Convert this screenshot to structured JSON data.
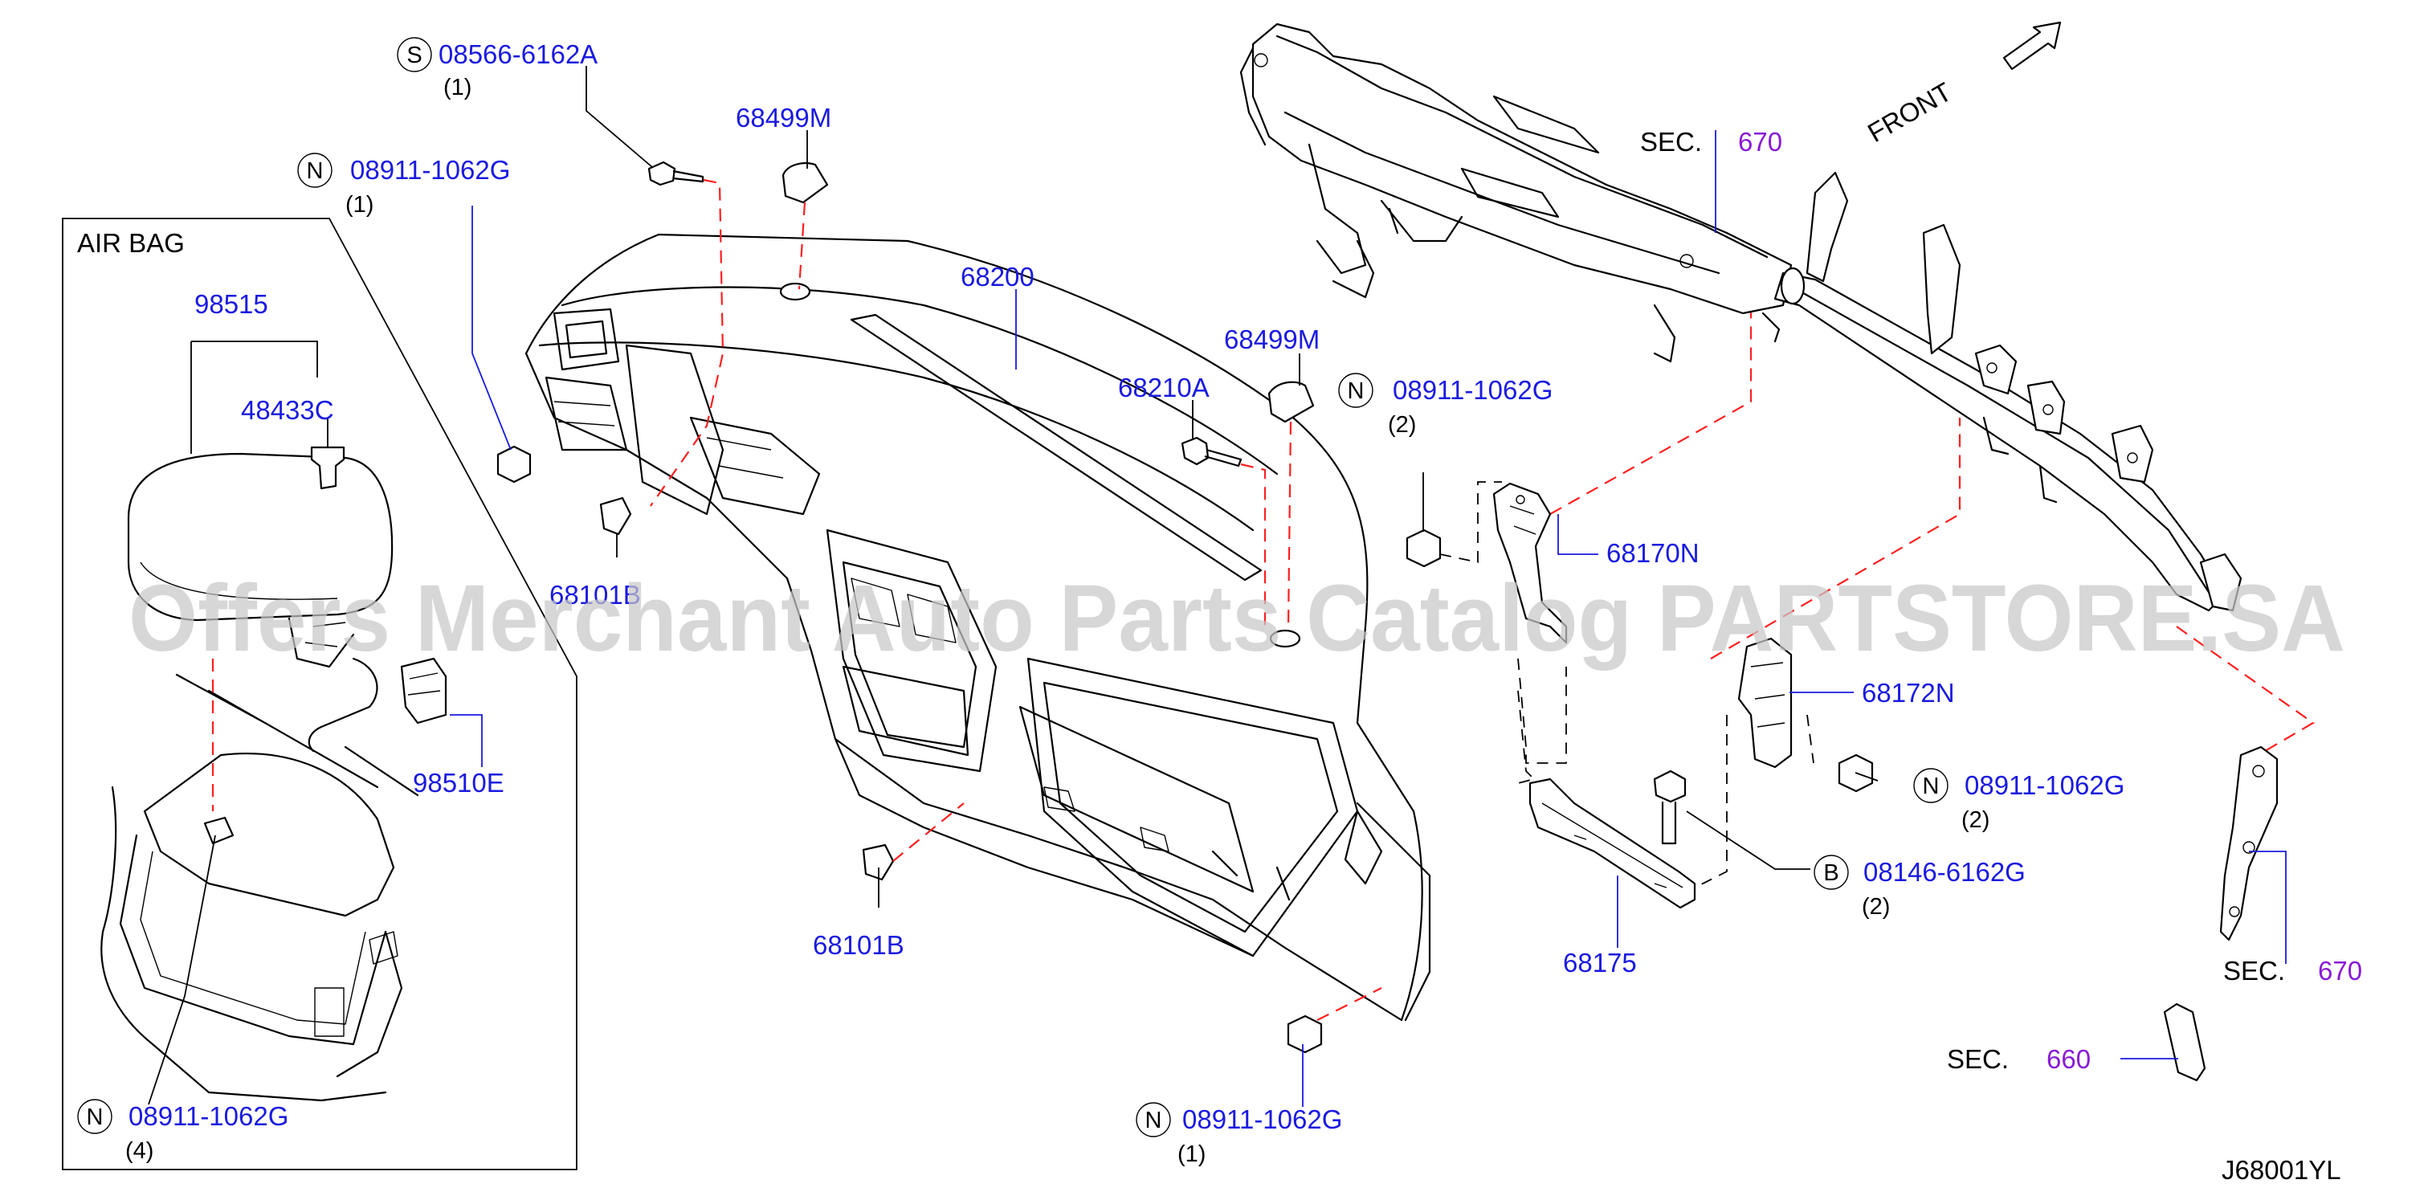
{
  "diagram": {
    "inset_title": "AIR   BAG",
    "diagram_code": "J68001YL",
    "front_label": "FRONT",
    "watermark": "Offers Merchant Auto Parts Catalog PARTSTORE.SA",
    "colors": {
      "part_number": "#1a1ae0",
      "section_ref": "#8a1ad6",
      "guide_dash": "#ff2020",
      "ink": "#000000"
    },
    "callouts": [
      {
        "badge": "S",
        "part": "08566-6162A",
        "qty": "(1)"
      },
      {
        "badge": "N",
        "part": "08911-1062G",
        "qty": "(1)"
      },
      {
        "part": "68499M"
      },
      {
        "part": "68200"
      },
      {
        "part": "68499M"
      },
      {
        "part": "68210A"
      },
      {
        "badge": "N",
        "part": "08911-1062G",
        "qty": "(2)"
      },
      {
        "part": "68101B"
      },
      {
        "part": "68101B"
      },
      {
        "part": "68170N"
      },
      {
        "part": "68172N"
      },
      {
        "badge": "N",
        "part": "08911-1062G",
        "qty": "(2)"
      },
      {
        "badge": "B",
        "part": "08146-6162G",
        "qty": "(2)"
      },
      {
        "part": "68175"
      },
      {
        "badge": "N",
        "part": "08911-1062G",
        "qty": "(1)"
      },
      {
        "part": "98515"
      },
      {
        "part": "48433C"
      },
      {
        "part": "98510E"
      },
      {
        "badge": "N",
        "part": "08911-1062G",
        "qty": "(4)"
      }
    ],
    "section_refs": [
      {
        "label": "SEC.",
        "number": "670"
      },
      {
        "label": "SEC.",
        "number": "670"
      },
      {
        "label": "SEC.",
        "number": "660"
      }
    ]
  }
}
